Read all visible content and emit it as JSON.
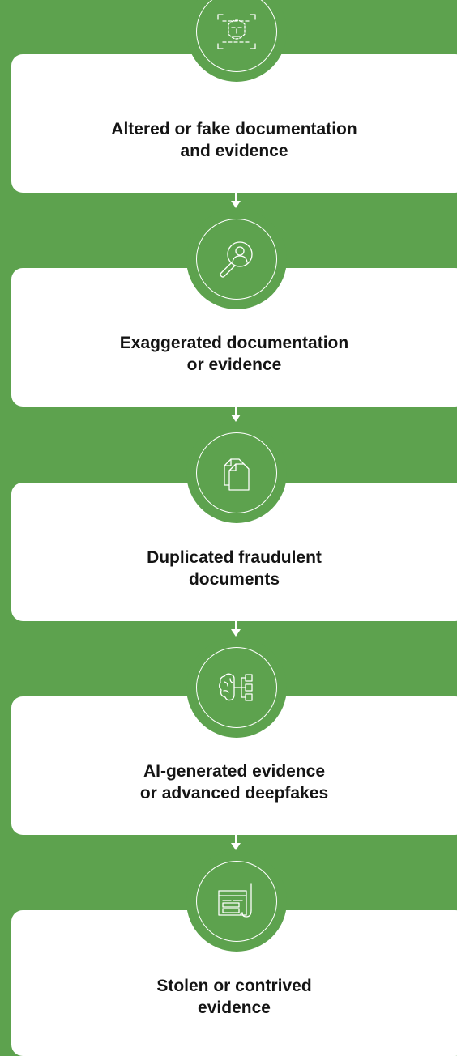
{
  "steps": [
    {
      "title_line1": "Altered or fake documentation",
      "title_line2": "and evidence",
      "icon": "face-scan-icon"
    },
    {
      "title_line1": "Exaggerated documentation",
      "title_line2": "or evidence",
      "icon": "magnify-person-icon"
    },
    {
      "title_line1": "Duplicated fraudulent",
      "title_line2": "documents",
      "icon": "duplicate-documents-icon"
    },
    {
      "title_line1": "AI-generated evidence",
      "title_line2": "or advanced deepfakes",
      "icon": "ai-brain-network-icon"
    },
    {
      "title_line1": "Stolen or contrived",
      "title_line2": "evidence",
      "icon": "phishing-hook-icon"
    }
  ],
  "colors": {
    "background": "#5da24e",
    "card": "#ffffff",
    "text": "#141414",
    "icon_stroke": "#ffffff"
  }
}
